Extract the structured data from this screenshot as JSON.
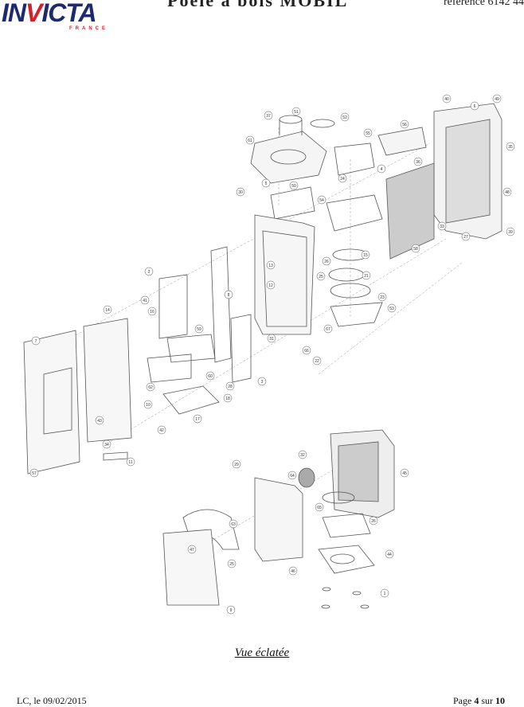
{
  "header": {
    "logo_text": "INVICTA",
    "logo_subtext": "FRANCE",
    "title": "Poêle à bois MOBIL",
    "reference": "référence 6142 44"
  },
  "diagram": {
    "callouts": [
      "37",
      "51",
      "52",
      "61",
      "55",
      "56",
      "36",
      "4",
      "5",
      "50",
      "24",
      "30",
      "54",
      "40",
      "6",
      "49",
      "35",
      "48",
      "33",
      "27",
      "39",
      "58",
      "2",
      "8",
      "13",
      "12",
      "26",
      "15",
      "25",
      "21",
      "23",
      "53",
      "41",
      "14",
      "16",
      "59",
      "3",
      "67",
      "31",
      "66",
      "22",
      "7",
      "60",
      "62",
      "28",
      "18",
      "10",
      "17",
      "43",
      "42",
      "34",
      "11",
      "57",
      "32",
      "29",
      "45",
      "64",
      "65",
      "26",
      "63",
      "47",
      "25",
      "46",
      "44",
      "1",
      "9"
    ]
  },
  "caption": "Vue éclatée",
  "footer": {
    "author_date": "LC, le 09/02/2015",
    "page_prefix": "Page",
    "page_number": "4",
    "page_sep": "sur",
    "page_total": "10"
  }
}
